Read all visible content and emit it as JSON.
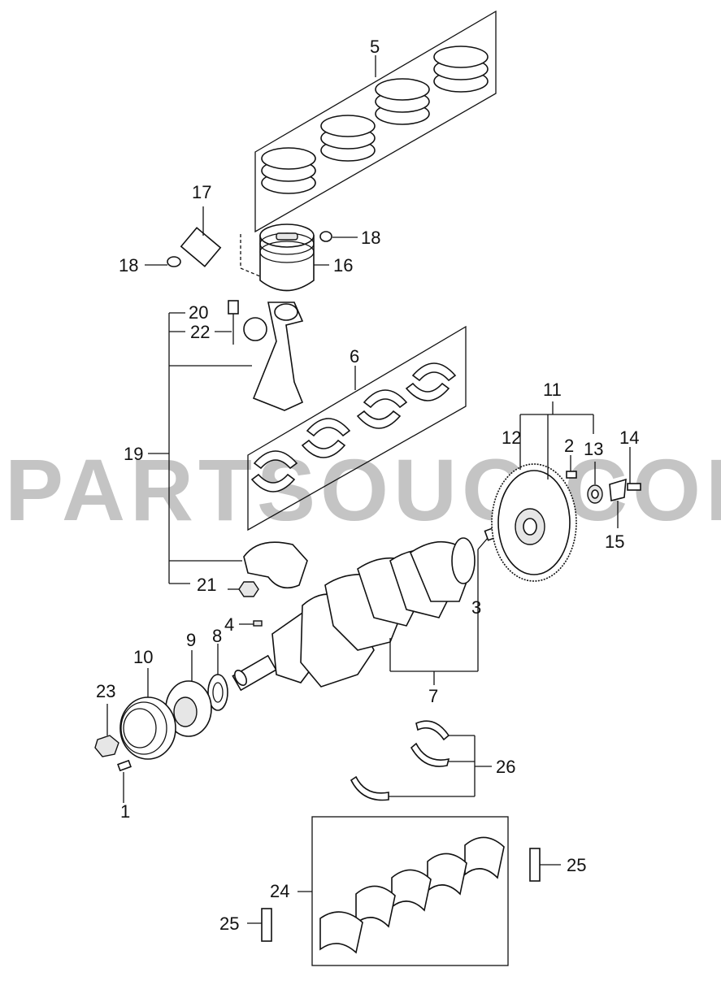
{
  "watermark": {
    "text": "PARTSOUQ.COM"
  },
  "callouts": [
    {
      "id": "1",
      "label": "1"
    },
    {
      "id": "2",
      "label": "2"
    },
    {
      "id": "3",
      "label": "3"
    },
    {
      "id": "4",
      "label": "4"
    },
    {
      "id": "5",
      "label": "5"
    },
    {
      "id": "6",
      "label": "6"
    },
    {
      "id": "7",
      "label": "7"
    },
    {
      "id": "8",
      "label": "8"
    },
    {
      "id": "9",
      "label": "9"
    },
    {
      "id": "10",
      "label": "10"
    },
    {
      "id": "11",
      "label": "11"
    },
    {
      "id": "12",
      "label": "12"
    },
    {
      "id": "13",
      "label": "13"
    },
    {
      "id": "14",
      "label": "14"
    },
    {
      "id": "15",
      "label": "15"
    },
    {
      "id": "16",
      "label": "16"
    },
    {
      "id": "17",
      "label": "17"
    },
    {
      "id": "18a",
      "label": "18"
    },
    {
      "id": "18b",
      "label": "18"
    },
    {
      "id": "19",
      "label": "19"
    },
    {
      "id": "20",
      "label": "20"
    },
    {
      "id": "21",
      "label": "21"
    },
    {
      "id": "22",
      "label": "22"
    },
    {
      "id": "23",
      "label": "23"
    },
    {
      "id": "24",
      "label": "24"
    },
    {
      "id": "25a",
      "label": "25"
    },
    {
      "id": "25b",
      "label": "25"
    },
    {
      "id": "26",
      "label": "26"
    }
  ]
}
